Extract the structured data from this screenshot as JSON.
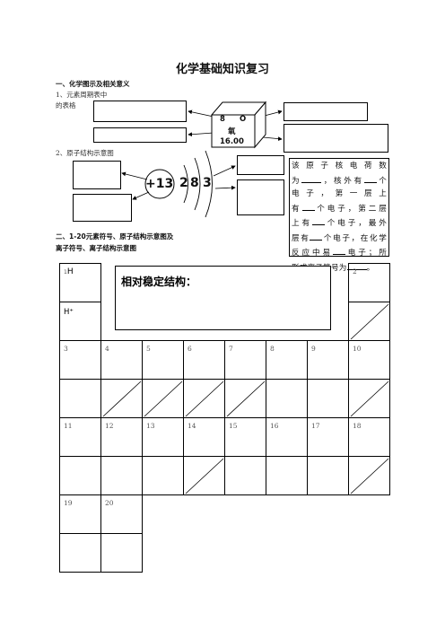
{
  "title": "化学基础知识复习",
  "section1": {
    "heading": "一、化学图示及相关意义",
    "item1_line1": "1、元素周期表中",
    "item1_line2": "的表格",
    "cube": {
      "number": "8",
      "symbol": "O",
      "name": "氧",
      "mass": "16.00"
    },
    "item2": "2、原子结构示意图",
    "atom": {
      "nucleus": "+13",
      "shells": [
        "2",
        "8",
        "3"
      ]
    },
    "paragraph": [
      "该原子核电荷数",
      "为",
      "，核外有",
      "个",
      "电子，第一层上",
      "有",
      "个电子，第二层",
      "上有",
      "个电子，最外",
      "层有",
      "个电子，在化学",
      "反应中易",
      "电子；所",
      "形成离子符号为",
      "。"
    ]
  },
  "section2": {
    "heading_line1": "二、1-20元素符号、原子结构示意图及",
    "heading_line2": "离子符号、离子结构示意图"
  },
  "table": {
    "h_label": "H",
    "h_number": "1",
    "hplus_label": "H⁺",
    "stable_label": "相对稳定结构：",
    "numbers": [
      "2",
      "3",
      "4",
      "5",
      "6",
      "7",
      "8",
      "9",
      "10",
      "11",
      "12",
      "13",
      "14",
      "15",
      "16",
      "17",
      "18",
      "19",
      "20"
    ]
  }
}
